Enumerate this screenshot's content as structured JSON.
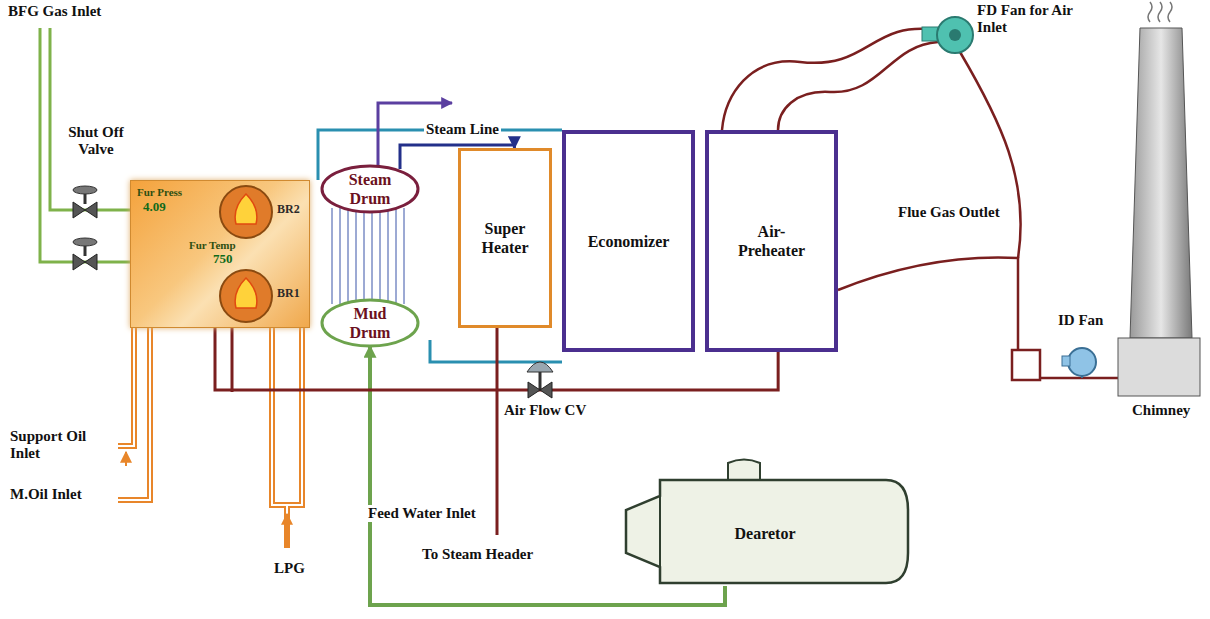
{
  "diagram": {
    "nodes": [
      {
        "text": [
          "Fur Press",
          "4.09",
          "BR2",
          "Fur Temp",
          "750",
          "BR1"
        ]
      },
      {
        "text": [
          "Steam Drum"
        ]
      },
      {
        "text": [
          "Mud Drum"
        ]
      },
      {
        "text": [
          "Super Heater"
        ]
      },
      {
        "text": [
          "Economizer"
        ]
      },
      {
        "text": [
          "Air-Preheater"
        ]
      },
      {
        "text": [
          "Dearetor"
        ]
      }
    ],
    "edges": [
      {
        "from": 1,
        "to": 3,
        "label": "Steam Line",
        "arrow": "to"
      },
      {
        "from": 6,
        "to": 2,
        "arrow": "to"
      },
      {
        "from": 5,
        "to": 0,
        "arrow": "none"
      }
    ],
    "labels": [
      "BFG Gas Inlet",
      "Shut Off Valve",
      "FD Fan for Air Inlet",
      "Flue Gas Outlet",
      "ID Fan",
      "Chimney",
      "Air Flow CV",
      "Support Oil Inlet",
      "M.Oil Inlet",
      "Feed Water Inlet",
      "To Steam Header",
      "LPG"
    ]
  }
}
